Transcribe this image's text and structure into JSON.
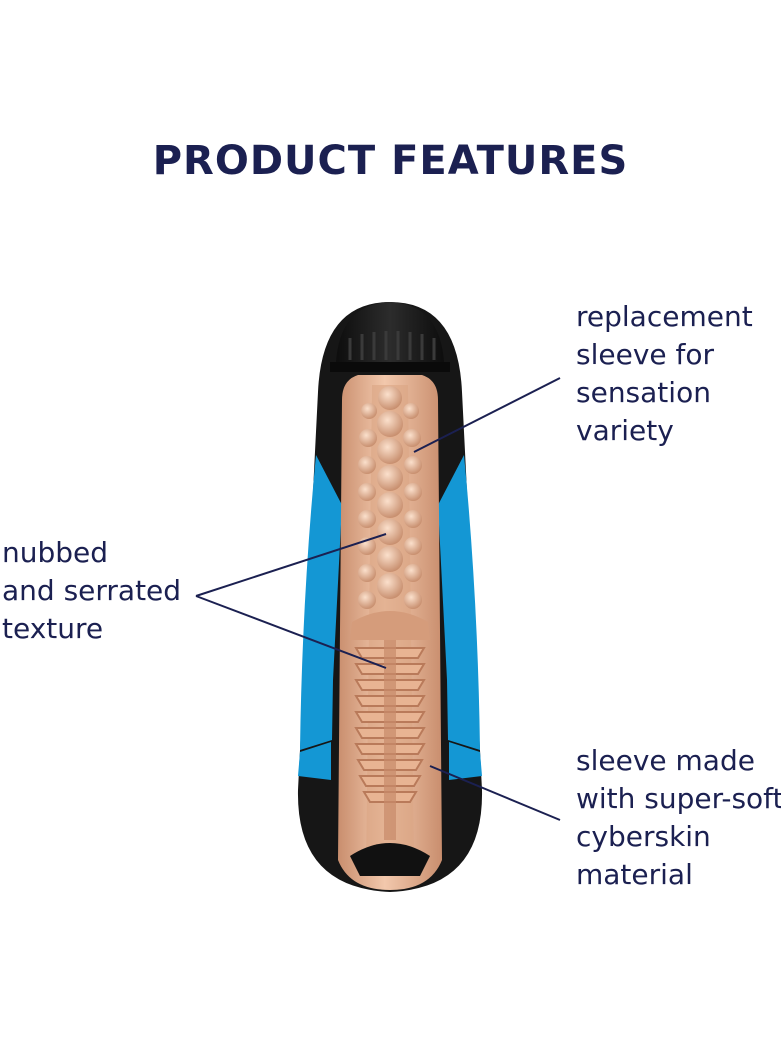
{
  "heading": "PRODUCT FEATURES",
  "callouts": {
    "replacement": [
      "replacement",
      "sleeve for",
      "sensation",
      "variety"
    ],
    "texture": [
      "nubbed",
      "and serrated",
      "texture"
    ],
    "material": [
      "sleeve made",
      "with super-soft",
      "cyberskin",
      "material"
    ]
  },
  "colors": {
    "text": "#1b2051",
    "shell": "#161616",
    "accent_blue": "#1497d4",
    "sleeve": "#e9b999",
    "sleeve_shadow": "#c98e6e"
  }
}
